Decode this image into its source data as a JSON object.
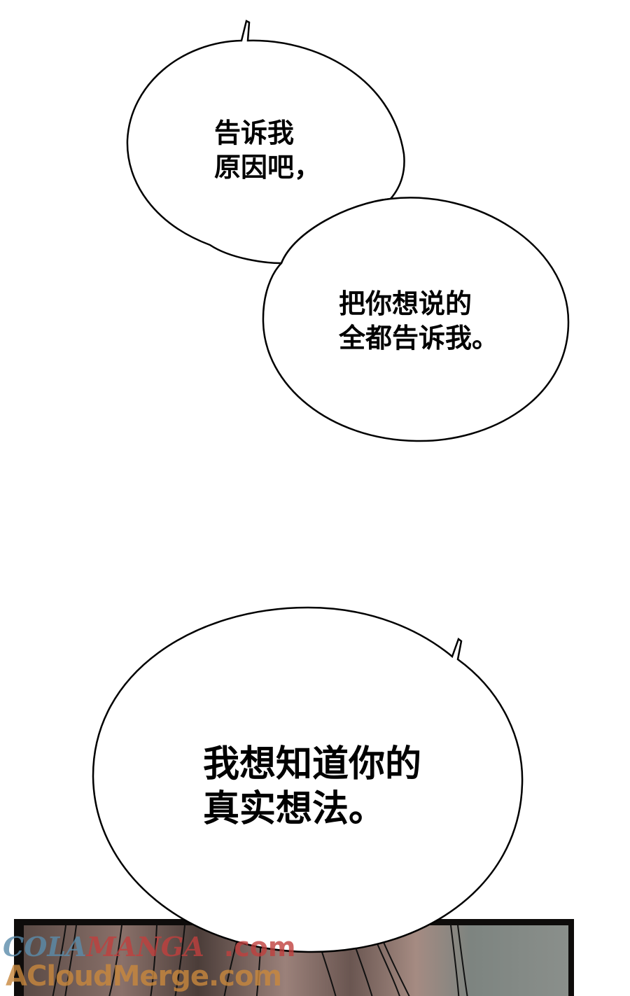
{
  "page": {
    "type": "comic-page",
    "background": "#ffffff"
  },
  "bubbles": [
    {
      "id": "bubble-1",
      "text": "告诉我\n原因吧，"
    },
    {
      "id": "bubble-2",
      "text": "把你想说的\n全都告诉我。"
    },
    {
      "id": "bubble-3",
      "text": "我想知道你的\n真实想法。"
    }
  ],
  "panel": {
    "description": "close-up of character hair",
    "border_color": "#0e0c0b"
  },
  "watermarks": {
    "line1_part1": "COLA",
    "line1_part2": "MANGA",
    "line1_part3": ".com",
    "line2": "ACloudMerge.com"
  }
}
